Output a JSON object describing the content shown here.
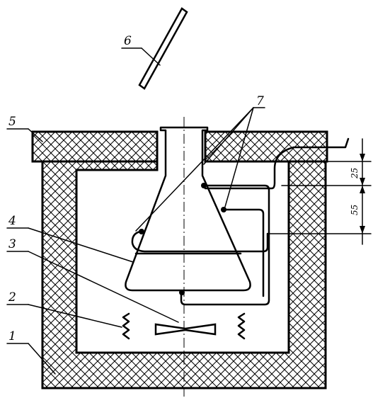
{
  "labels": {
    "l1": "1",
    "l2": "2",
    "l3": "3",
    "l4": "4",
    "l5": "5",
    "l6": "6",
    "l7": "7"
  },
  "dimensions": {
    "d25": "25",
    "d55": "55"
  },
  "colors": {
    "ink": "#000000",
    "paper": "#ffffff"
  }
}
